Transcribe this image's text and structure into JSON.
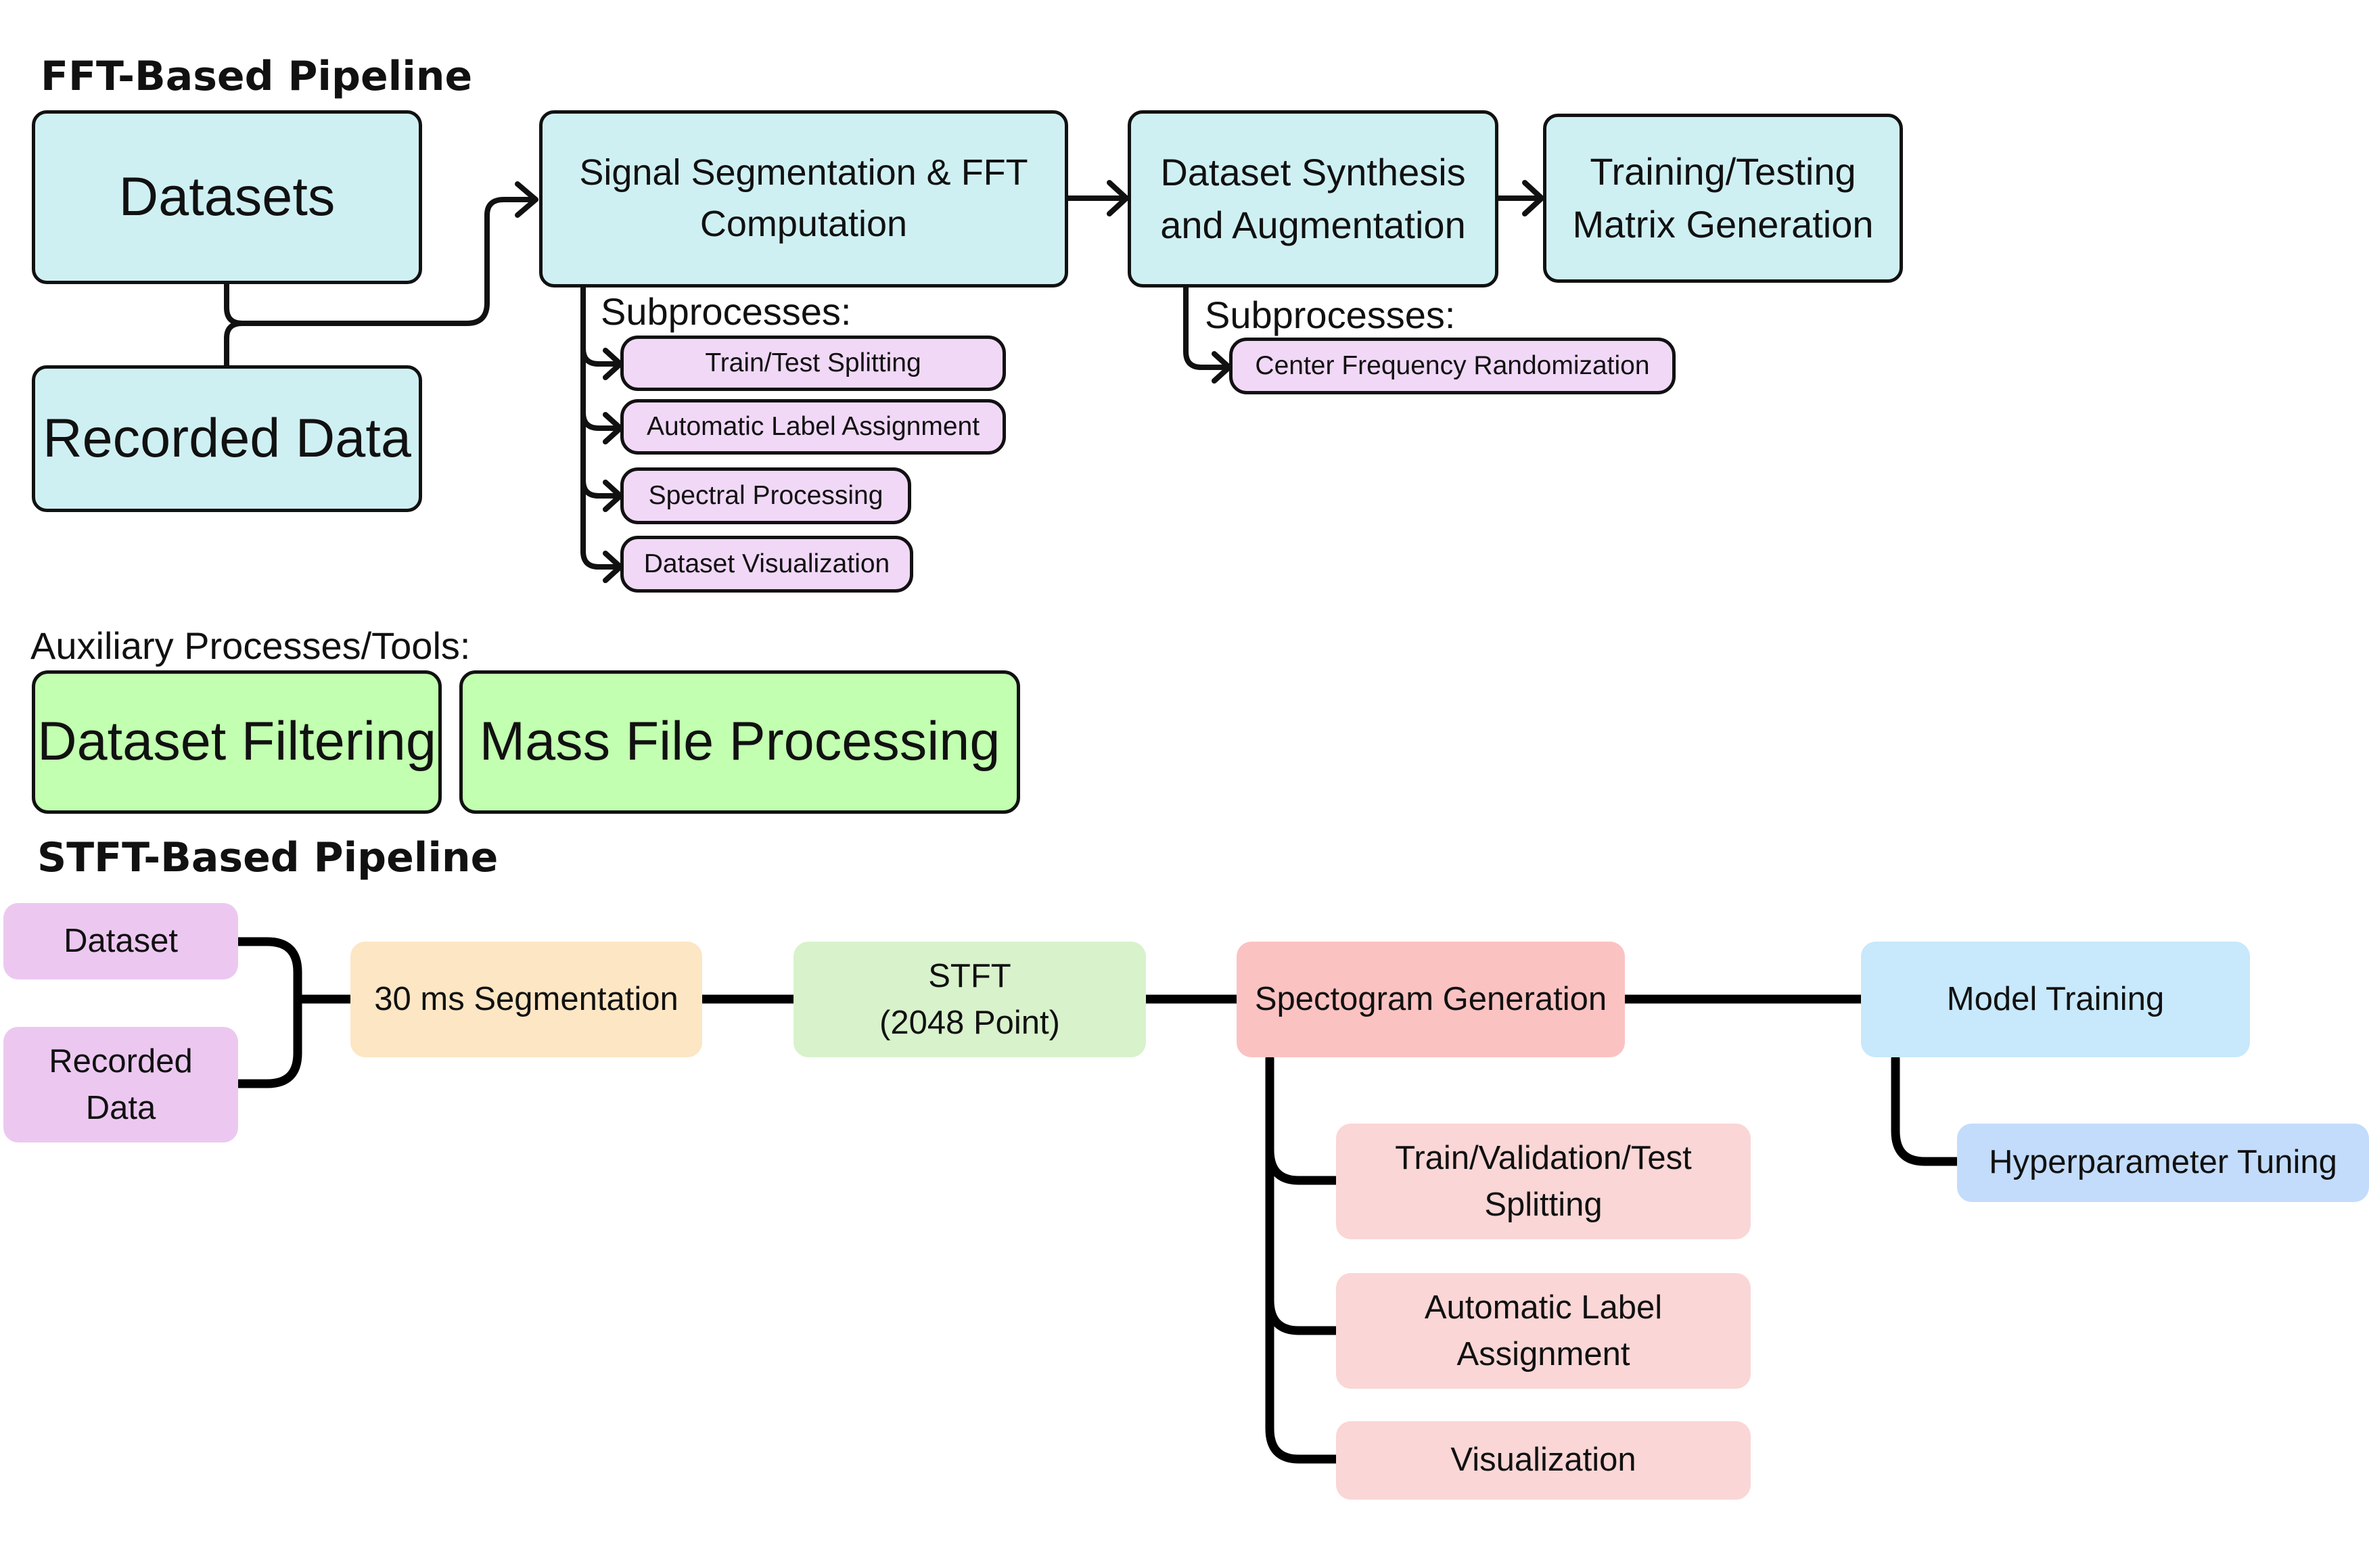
{
  "fft": {
    "heading": "FFT-Based Pipeline",
    "datasets": "Datasets",
    "recorded": "Recorded Data",
    "segmentation": "Signal Segmentation & FFT\nComputation",
    "synthesis": "Dataset Synthesis\nand Augmentation",
    "matrix": "Training/Testing\nMatrix Generation",
    "subprocesses_label_1": "Subprocesses:",
    "subprocesses_label_2": "Subprocesses:",
    "seg_subprocesses": [
      "Train/Test Splitting",
      "Automatic Label Assignment",
      "Spectral Processing",
      "Dataset Visualization"
    ],
    "synth_subprocess": "Center Frequency Randomization"
  },
  "aux": {
    "label": "Auxiliary Processes/Tools:",
    "filtering": "Dataset Filtering",
    "mass": "Mass File Processing"
  },
  "stft": {
    "heading": "STFT-Based Pipeline",
    "dataset": "Dataset",
    "recorded": "Recorded\nData",
    "segmentation": "30 ms Segmentation",
    "stft": "STFT\n(2048 Point)",
    "spectrogram": "Spectogram Generation",
    "model": "Model Training",
    "hyper": "Hyperparameter Tuning",
    "spec_children": [
      "Train/Validation/Test\nSplitting",
      "Automatic Label\nAssignment",
      "Visualization"
    ]
  },
  "colors": {
    "fft_box": "#cff0f3",
    "subprocess": "#f1d8f7",
    "aux_box": "#c2ffb0",
    "stft_input": "#ecc8f1",
    "stft_segmentation": "#fde6c4",
    "stft_stft": "#d8f2cc",
    "stft_spectrogram": "#fbc2c2",
    "stft_spec_child": "#fad6d6",
    "stft_model": "#c8e8fb",
    "stft_hyper": "#c3dcfb"
  }
}
